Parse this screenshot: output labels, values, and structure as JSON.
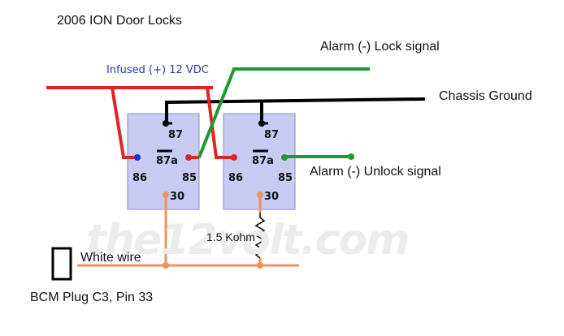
{
  "title": "2006 ION Door Locks",
  "labels": {
    "power": "Infused (+) 12 VDC",
    "lock_signal": "Alarm (-) Lock signal",
    "ground": "Chassis Ground",
    "unlock_signal": "Alarm (-) Unlock signal",
    "resistor": "1.5 Kohm",
    "white_wire": "White wire",
    "bcm": "BCM Plug C3, Pin 33"
  },
  "relays": [
    {
      "pins": {
        "p87": "87",
        "p87a": "87a",
        "p86": "86",
        "p85": "85",
        "p30": "30"
      }
    },
    {
      "pins": {
        "p87": "87",
        "p87a": "87a",
        "p86": "86",
        "p85": "85",
        "p30": "30"
      }
    }
  ],
  "watermark": "the12volt.com",
  "colors": {
    "power": "#e02424",
    "ground": "#000000",
    "signal": "#1d9a2e",
    "white_wire": "#f0925a",
    "relay_fill": "#c8cbf2",
    "blue_dot": "#1f2bd6"
  }
}
